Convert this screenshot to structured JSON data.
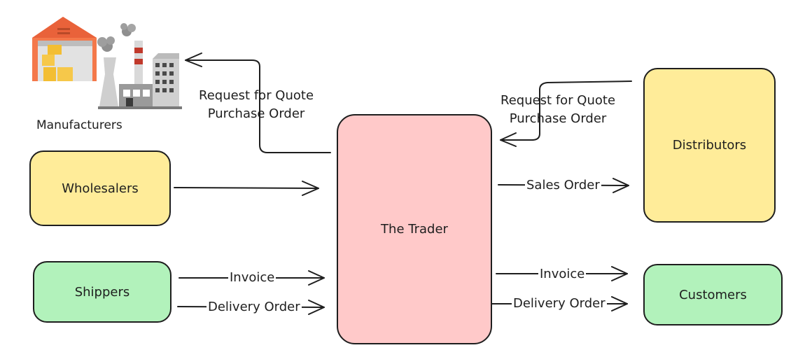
{
  "nodes": {
    "manufacturers": "Manufacturers",
    "wholesalers": "Wholesalers",
    "shippers": "Shippers",
    "trader": "The Trader",
    "distributors": "Distributors",
    "customers": "Customers"
  },
  "edges": {
    "trader_to_manufacturers": {
      "line1": "Request for Quote",
      "line2": "Purchase Order"
    },
    "distributors_to_trader": {
      "line1": "Request for Quote",
      "line2": "Purchase Order"
    },
    "trader_to_distributors": "Sales Order",
    "shippers_invoice": "Invoice",
    "shippers_delivery": "Delivery Order",
    "trader_invoice_customers": "Invoice",
    "trader_delivery_customers": "Delivery Order"
  },
  "icons": {
    "manufacturers": "factory-warehouse-icon"
  },
  "colors": {
    "yellow_fill": "#ffec99",
    "green_fill": "#b2f2bb",
    "pink_fill": "#ffc9c9",
    "stroke": "#1e1e1e"
  }
}
